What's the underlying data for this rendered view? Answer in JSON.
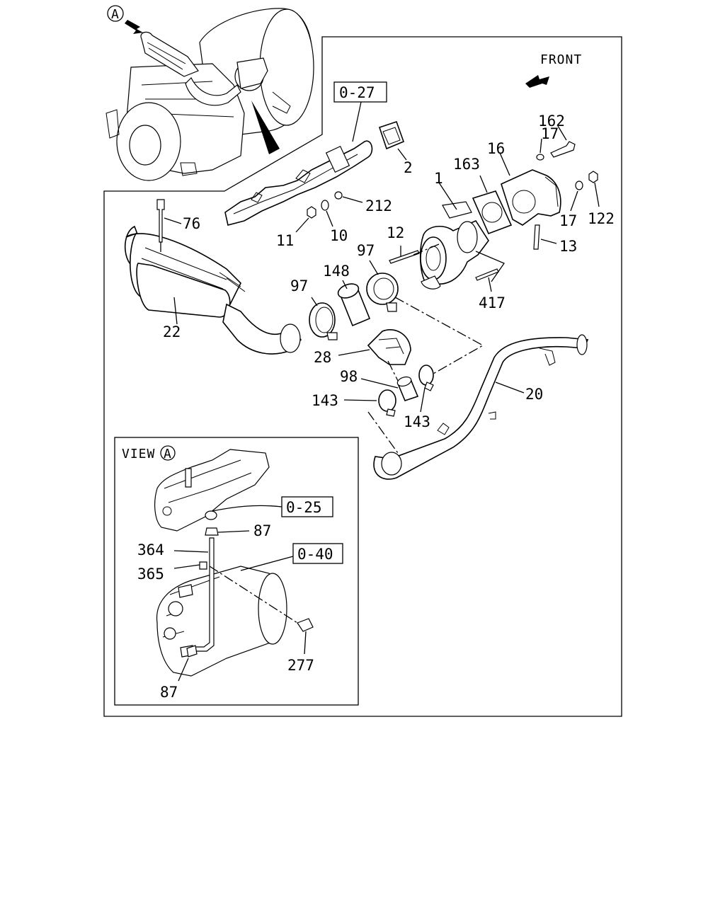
{
  "diagram": {
    "view_marker": "A",
    "front_label": "FRONT",
    "view_title": "VIEW",
    "view_letter": "A",
    "ref_boxes": {
      "r027": "0-27",
      "r025": "0-25",
      "r040": "0-40"
    },
    "parts": {
      "p1": "1",
      "p2": "2",
      "p10": "10",
      "p11": "11",
      "p12": "12",
      "p13": "13",
      "p16": "16",
      "p17a": "17",
      "p17b": "17",
      "p20": "20",
      "p22": "22",
      "p28": "28",
      "p76": "76",
      "p87a": "87",
      "p87b": "87",
      "p97a": "97",
      "p97b": "97",
      "p98": "98",
      "p122": "122",
      "p143a": "143",
      "p143b": "143",
      "p148": "148",
      "p162": "162",
      "p163": "163",
      "p212": "212",
      "p277": "277",
      "p364": "364",
      "p365": "365",
      "p417": "417"
    }
  }
}
